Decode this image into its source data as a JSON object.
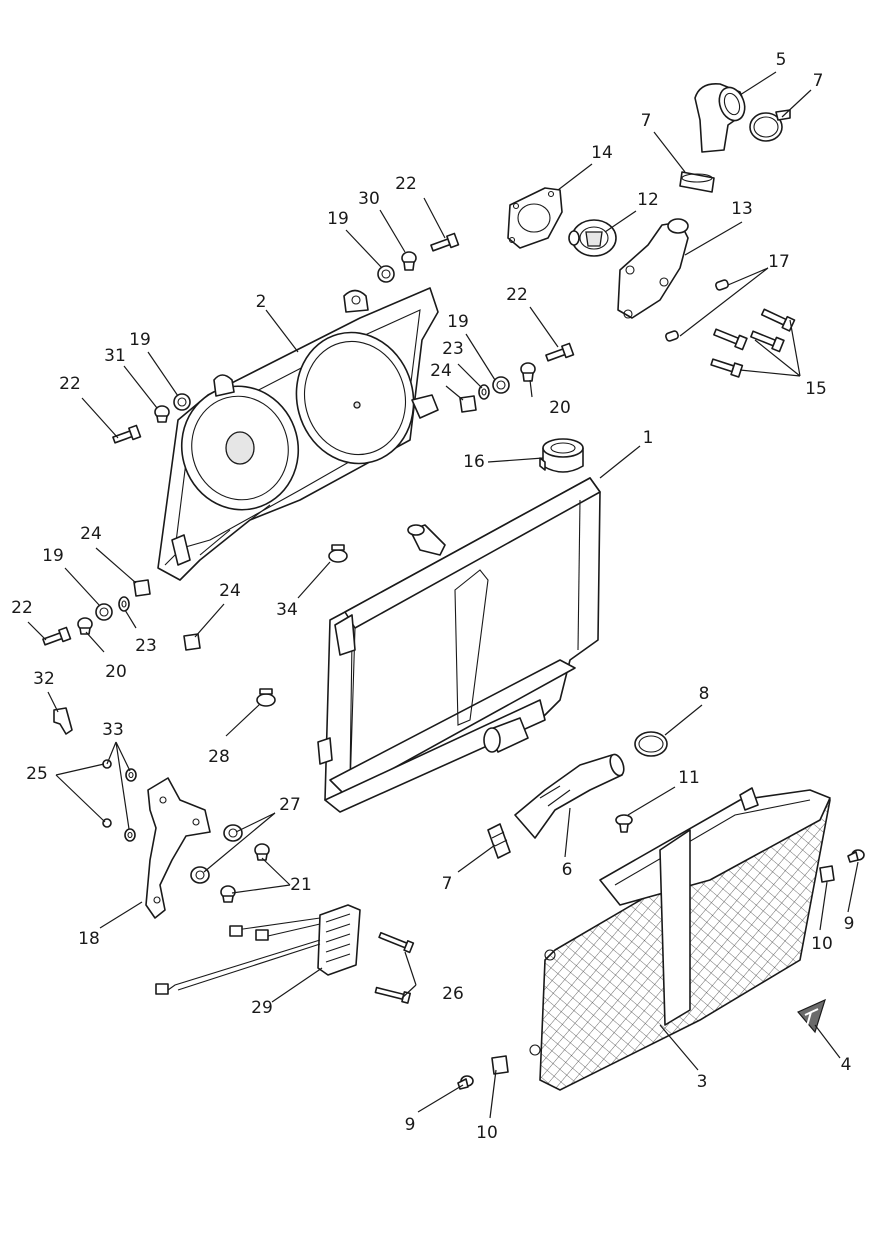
{
  "diagram": {
    "callouts": {
      "c1": "1",
      "c2": "2",
      "c3": "3",
      "c4": "4",
      "c5": "5",
      "c6": "6",
      "c7a": "7",
      "c7b": "7",
      "c7c": "7",
      "c8": "8",
      "c9a": "9",
      "c9b": "9",
      "c10a": "10",
      "c10b": "10",
      "c11": "11",
      "c12": "12",
      "c13": "13",
      "c14": "14",
      "c15": "15",
      "c16": "16",
      "c17": "17",
      "c18": "18",
      "c19a": "19",
      "c19b": "19",
      "c19c": "19",
      "c19d": "19",
      "c20a": "20",
      "c20b": "20",
      "c21": "21",
      "c22a": "22",
      "c22b": "22",
      "c22c": "22",
      "c22d": "22",
      "c23a": "23",
      "c23b": "23",
      "c24a": "24",
      "c24b": "24",
      "c24c": "24",
      "c25": "25",
      "c26": "26",
      "c27": "27",
      "c28": "28",
      "c29": "29",
      "c30": "30",
      "c31": "31",
      "c32": "32",
      "c33": "33",
      "c34": "34"
    }
  }
}
